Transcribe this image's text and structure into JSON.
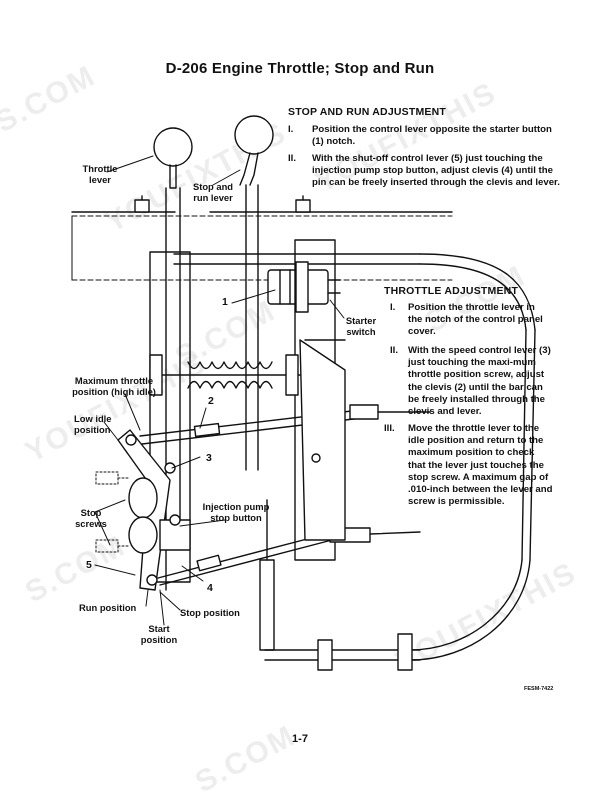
{
  "title": "D-206 Engine Throttle; Stop and Run",
  "stop_run": {
    "heading": "STOP AND RUN ADJUSTMENT",
    "steps": [
      {
        "num": "I.",
        "text": "Position the control lever opposite the starter button (1) notch."
      },
      {
        "num": "II.",
        "text": "With the shut-off control lever (5) just touching the injection pump stop button, adjust clevis (4) until the pin can be freely inserted through the clevis and lever."
      }
    ]
  },
  "throttle": {
    "heading": "THROTTLE ADJUSTMENT",
    "steps": [
      {
        "num": "I.",
        "text": "Position the throttle lever in the notch of the control panel cover."
      },
      {
        "num": "II.",
        "text": "With the speed control lever (3) just touching the maxi-mum throttle position screw, adjust the clevis (2) until the bar can be freely installed through the clevis and lever."
      },
      {
        "num": "III.",
        "text": "Move the throttle lever to the idle position and return to the maximum position to check that the lever just touches the stop screw.  A maximum gap of .010-inch between the lever and screw is permissible."
      }
    ]
  },
  "labels": {
    "throttle_lever": "Throttle lever",
    "stop_and_run_lever": "Stop and run lever",
    "starter_switch": "Starter switch",
    "maximum_throttle": "Maximum throttle position (high idle)",
    "low_idle": "Low idle position",
    "stop_screws": "Stop screws",
    "injection_pump": "Injection pump stop button",
    "run_position": "Run position",
    "stop_position": "Stop position",
    "start_position": "Start position"
  },
  "callouts": {
    "c1": "1",
    "c2": "2",
    "c3": "3",
    "c4": "4",
    "c5": "5"
  },
  "figure_code": "FESM-7422",
  "page_number": "1-7",
  "watermarks": [
    "S.COM",
    "YOUFIXTHIS",
    "S.COM",
    "YOUFIXTHIS",
    "S.COM",
    "YOUFIXTHIS",
    "S.COM",
    "YOUFIXTHIS",
    "S.COM"
  ]
}
